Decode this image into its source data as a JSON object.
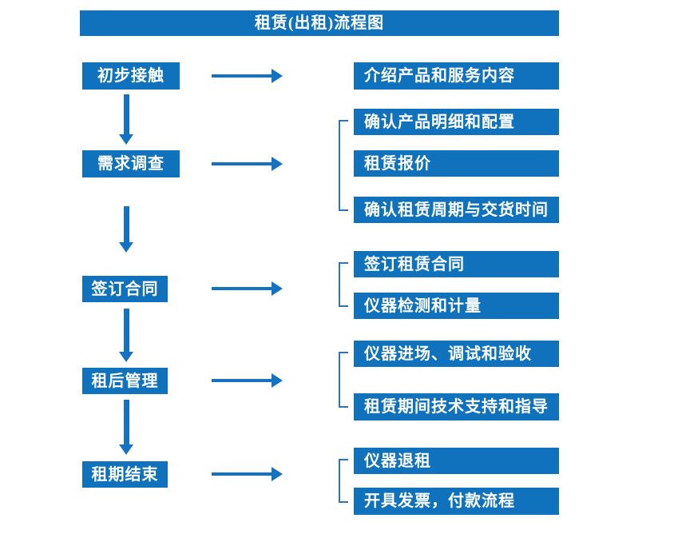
{
  "title": "租赁(出租)流程图",
  "colors": {
    "box_fill": "#1072BC",
    "arrow": "#1373C2",
    "bracket": "#2E74B5",
    "text": "#ffffff",
    "background": "#ffffff"
  },
  "flow": {
    "steps": [
      {
        "label": "初步接触",
        "details": [
          "介绍产品和服务内容"
        ]
      },
      {
        "label": "需求调查",
        "details": [
          "确认产品明细和配置",
          "租赁报价",
          "确认租赁周期与交货时间"
        ]
      },
      {
        "label": "签订合同",
        "details": [
          "签订租赁合同",
          "仪器检测和计量"
        ]
      },
      {
        "label": "租后管理",
        "details": [
          "仪器进场、调试和验收",
          "租赁期间技术支持和指导"
        ]
      },
      {
        "label": "租期结束",
        "details": [
          "仪器退租",
          "开具发票，付款流程"
        ]
      }
    ]
  }
}
